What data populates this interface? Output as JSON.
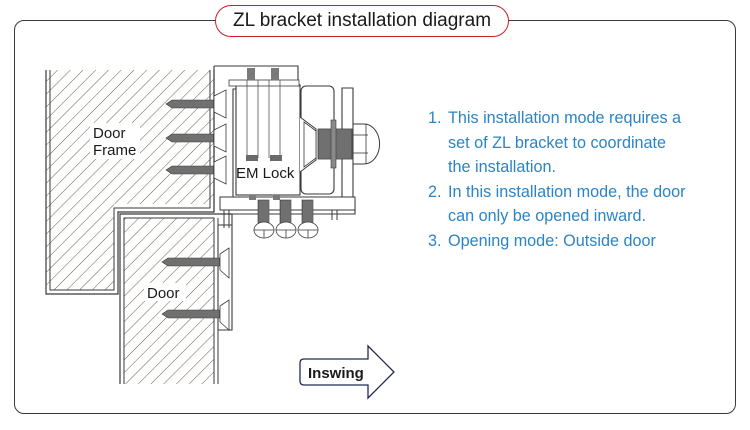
{
  "title": "ZL bracket installation diagram",
  "diagram": {
    "labels": {
      "door_frame_line1": "Door",
      "door_frame_line2": "Frame",
      "door": "Door",
      "em_lock": "EM Lock",
      "direction": "Inswing"
    }
  },
  "notes": [
    {
      "num": "1.",
      "lines": [
        "This installation mode requires a",
        "set of ZL bracket to coordinate",
        "the installation."
      ]
    },
    {
      "num": "2.",
      "lines": [
        "In this installation mode, the door",
        "can only be opened inward."
      ]
    },
    {
      "num": "3.",
      "lines": [
        "Opening mode: Outside door"
      ]
    }
  ],
  "colors": {
    "title_border": "#c8202a",
    "note_text": "#2b84c6",
    "line": "#3a3a3a"
  }
}
